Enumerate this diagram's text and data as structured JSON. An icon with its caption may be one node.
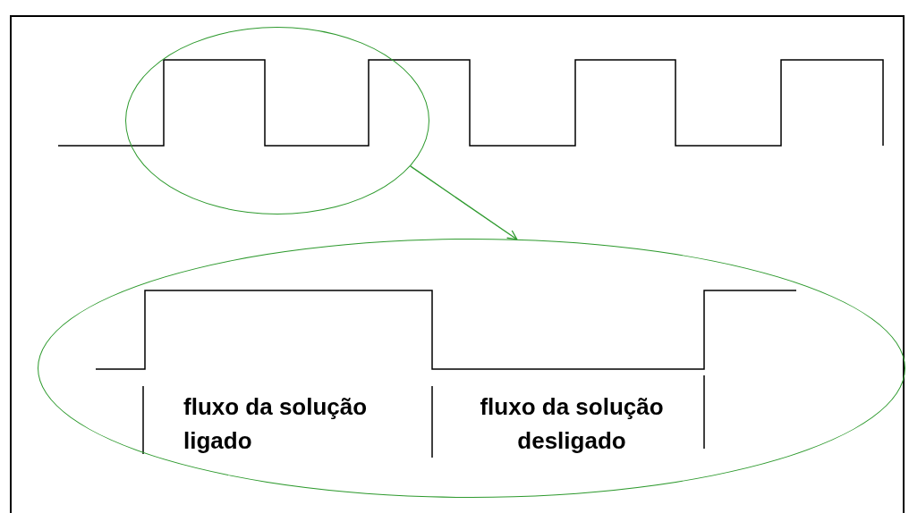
{
  "diagram": {
    "nodes": [
      {
        "text": [],
        "shape": "ellipse"
      },
      {
        "text": [],
        "shape": "ellipse"
      }
    ],
    "edges": [
      {
        "from": 0,
        "to": 1,
        "arrow": "to"
      }
    ],
    "labels": [
      "fluxo da solução ligado",
      "fluxo da solução desligado"
    ]
  }
}
